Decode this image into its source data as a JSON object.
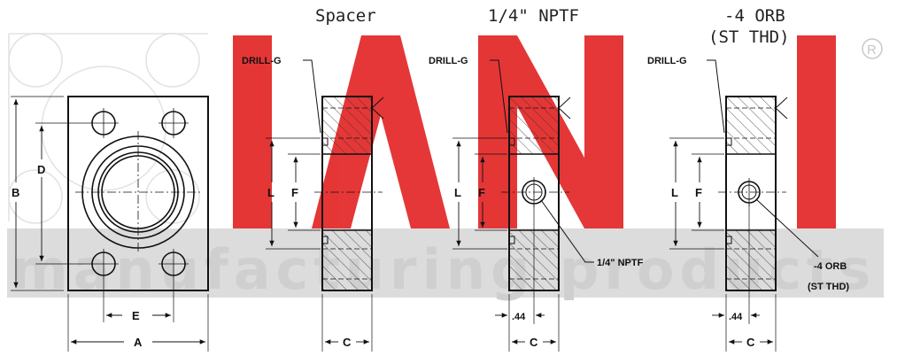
{
  "titles": {
    "spacer": "Spacer",
    "nptf": "1/4\" NPTF",
    "orb_line1": "-4 ORB",
    "orb_line2": "(ST THD)"
  },
  "watermark": {
    "text": "manufacturing products",
    "registered_mark": "®",
    "brand_color": "#e01b1b",
    "band_color": "#d9d9d9"
  },
  "dimensions": {
    "a": "A",
    "b": "B",
    "d": "D",
    "e": "E",
    "c": "C",
    "l": "L",
    "f": "F",
    "offset": ".44"
  },
  "callouts": {
    "drill": "DRILL-G",
    "nptf_port": "1/4\" NPTF",
    "orb_port_line1": "-4 ORB",
    "orb_port_line2": "(ST THD)"
  }
}
